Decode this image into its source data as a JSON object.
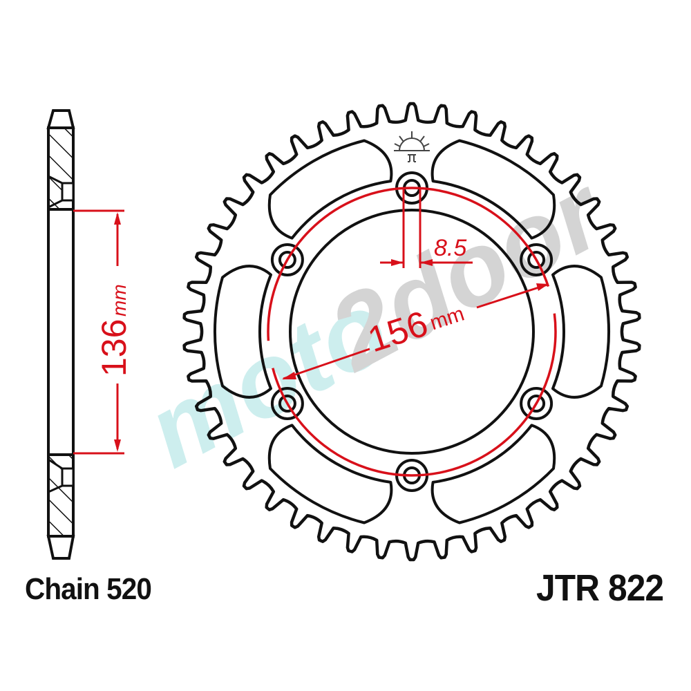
{
  "labels": {
    "chain": "Chain 520",
    "part_number": "JTR 822"
  },
  "dimensions": {
    "hub_width_value": "136",
    "hub_width_unit": "mm",
    "bolt_circle_value": "156",
    "bolt_circle_unit": "mm",
    "bolt_hole_value": "8.5"
  },
  "watermark": {
    "text_part1": "moto",
    "text_part2": "2door"
  },
  "sprocket": {
    "teeth": 46,
    "bolt_holes": 6,
    "lightening_slots": 6
  },
  "colors": {
    "outline": "#111111",
    "dimension": "#d8101a",
    "watermark_teal": "#cdeeee",
    "watermark_gray": "#d4d4d4"
  }
}
